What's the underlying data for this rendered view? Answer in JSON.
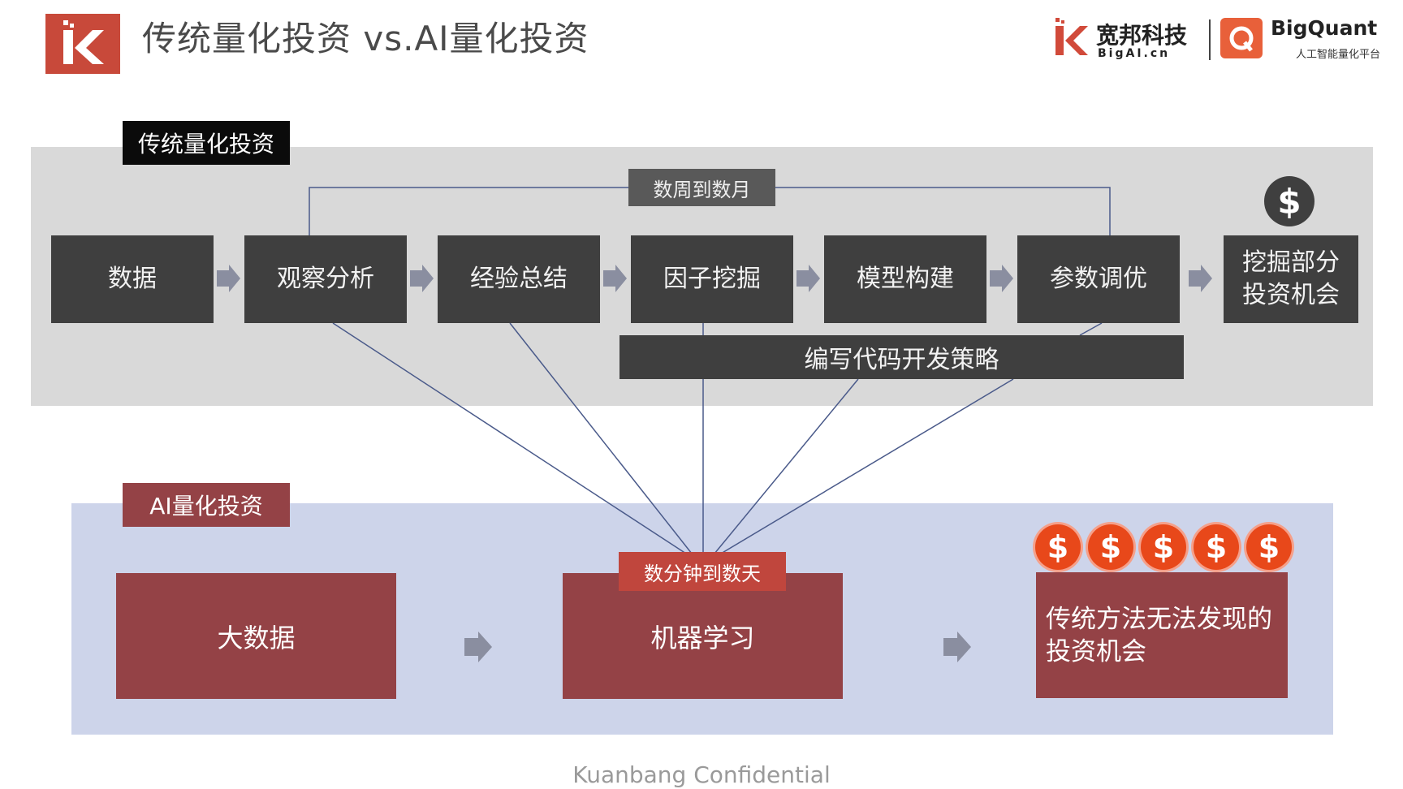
{
  "header": {
    "title": "传统量化投资 vs.AI量化投资",
    "brand_kuanbang_cn": "宽邦科技",
    "brand_kuanbang_en": "BigAI.cn",
    "brand_bigquant": "BigQuant",
    "brand_bigquant_sub": "人工智能量化平台"
  },
  "traditional": {
    "tag": "传统量化投资",
    "duration": "数周到数月",
    "steps": [
      "数据",
      "观察分析",
      "经验总结",
      "因子挖掘",
      "模型构建",
      "参数调优"
    ],
    "result": "挖掘部分\n投资机会",
    "code_bar": "编写代码开发策略",
    "coin_symbol": "$"
  },
  "ai": {
    "tag": "AI量化投资",
    "duration": "数分钟到数天",
    "big_data": "大数据",
    "machine_learning": "机器学习",
    "result": "传统方法无法发现的投资机会",
    "coin_symbol": "$",
    "coin_count": 5
  },
  "footer": "Kuanbang Confidential",
  "colors": {
    "dark_box": "#3f3f3f",
    "red_box": "#944246",
    "ai_panel": "#cdd4ea",
    "trad_panel": "#d9d9d9",
    "coin": "#e8481a",
    "brand": "#c8493a"
  }
}
